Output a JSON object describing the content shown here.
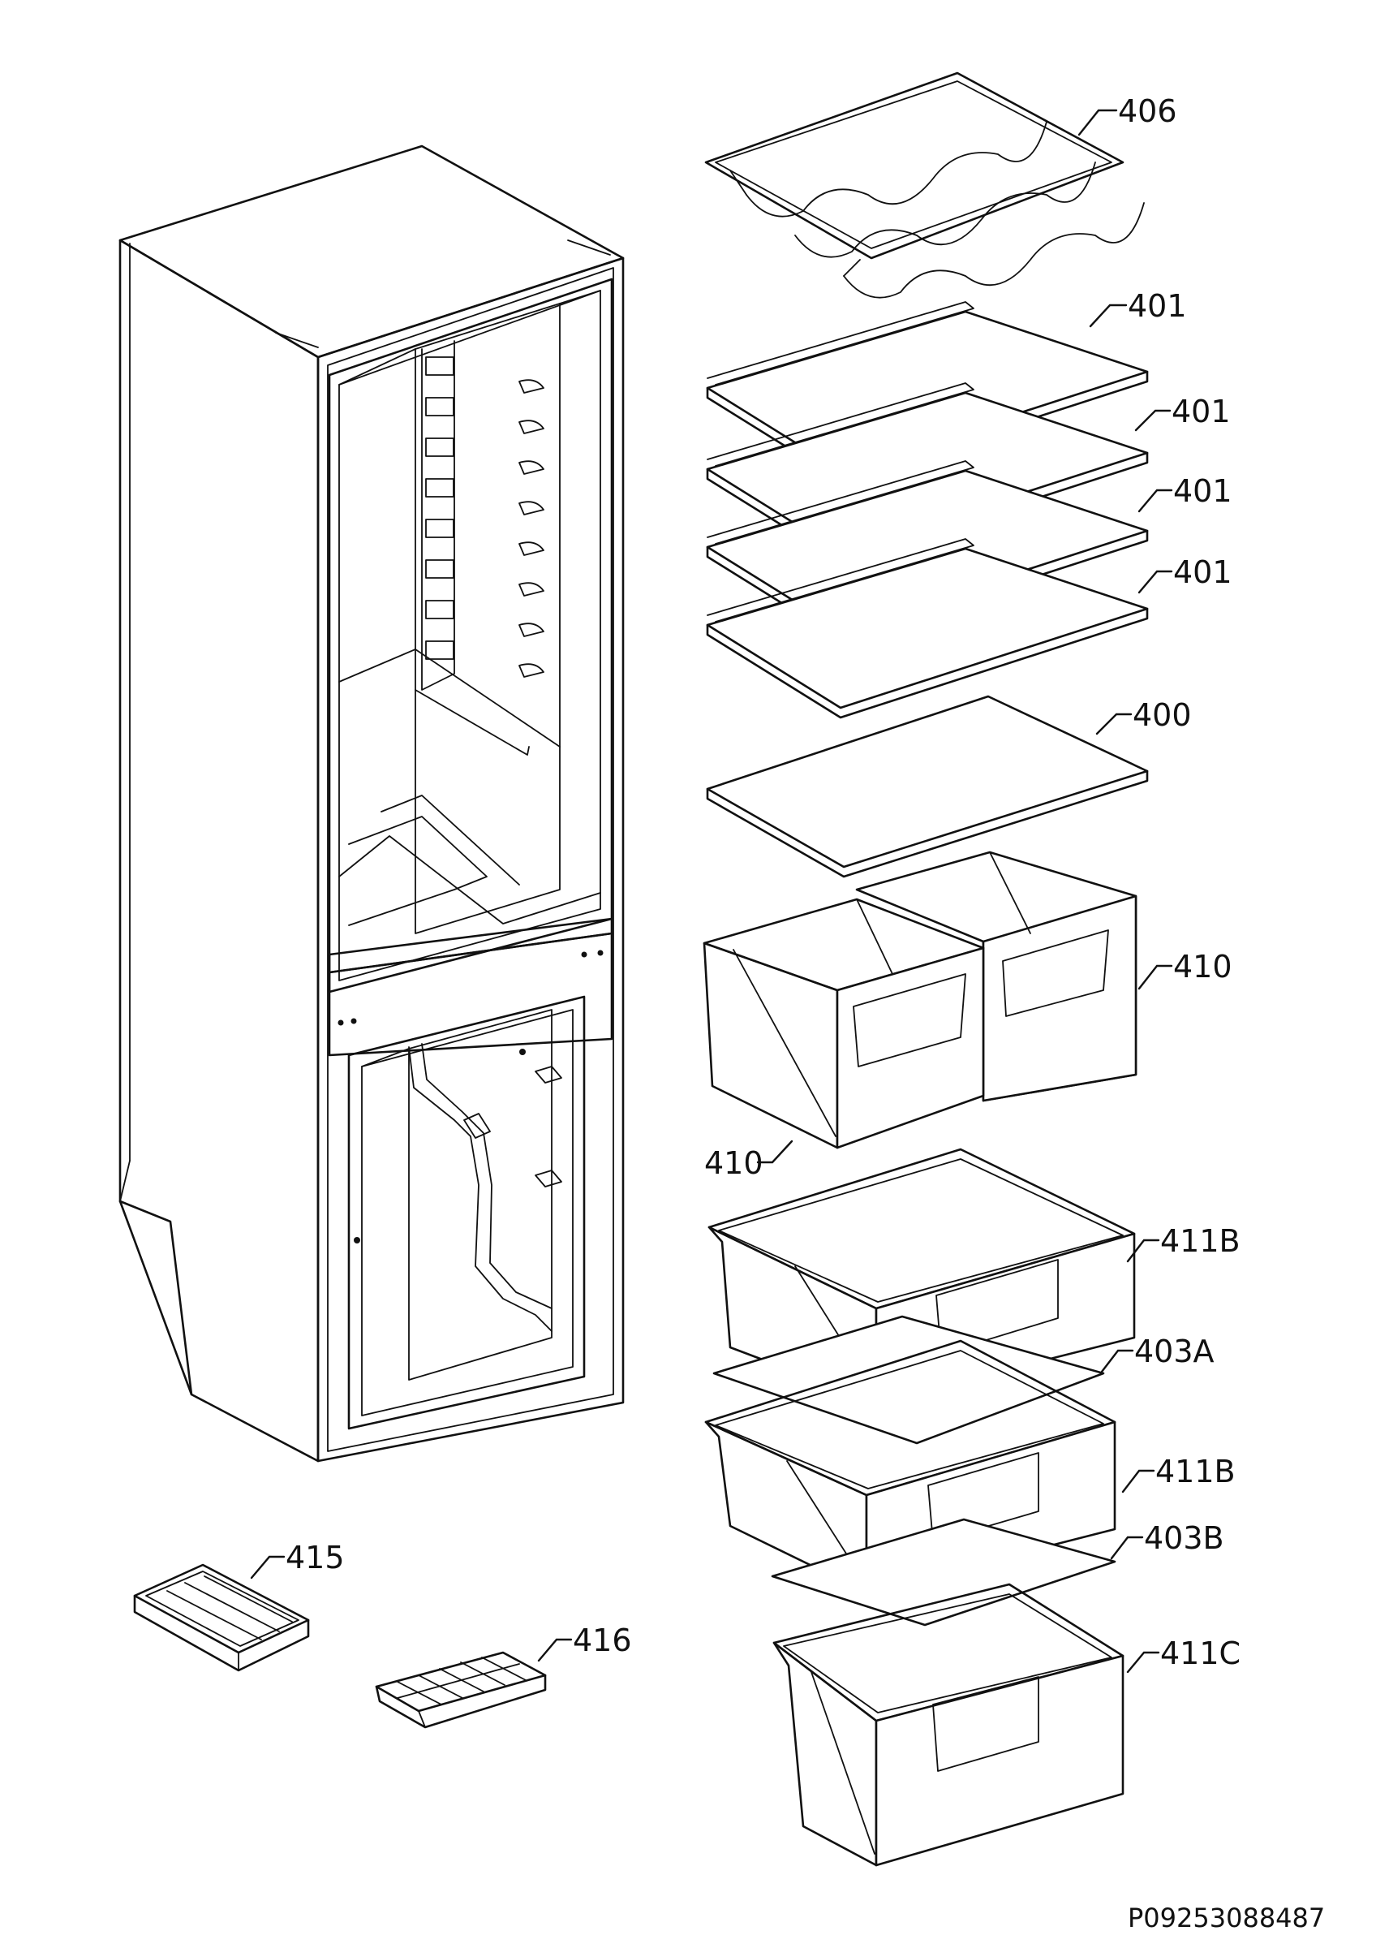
{
  "diagram": {
    "reference_code": "P09253088487",
    "parts": [
      {
        "id": "p406",
        "label": "406"
      },
      {
        "id": "p401a",
        "label": "401"
      },
      {
        "id": "p401b",
        "label": "401"
      },
      {
        "id": "p401c",
        "label": "401"
      },
      {
        "id": "p401d",
        "label": "401"
      },
      {
        "id": "p400",
        "label": "400"
      },
      {
        "id": "p410r",
        "label": "410"
      },
      {
        "id": "p410l",
        "label": "410"
      },
      {
        "id": "p411b1",
        "label": "411B"
      },
      {
        "id": "p403a",
        "label": "403A"
      },
      {
        "id": "p411b2",
        "label": "411B"
      },
      {
        "id": "p403b",
        "label": "403B"
      },
      {
        "id": "p411c",
        "label": "411C"
      },
      {
        "id": "p415",
        "label": "415"
      },
      {
        "id": "p416",
        "label": "416"
      }
    ]
  }
}
